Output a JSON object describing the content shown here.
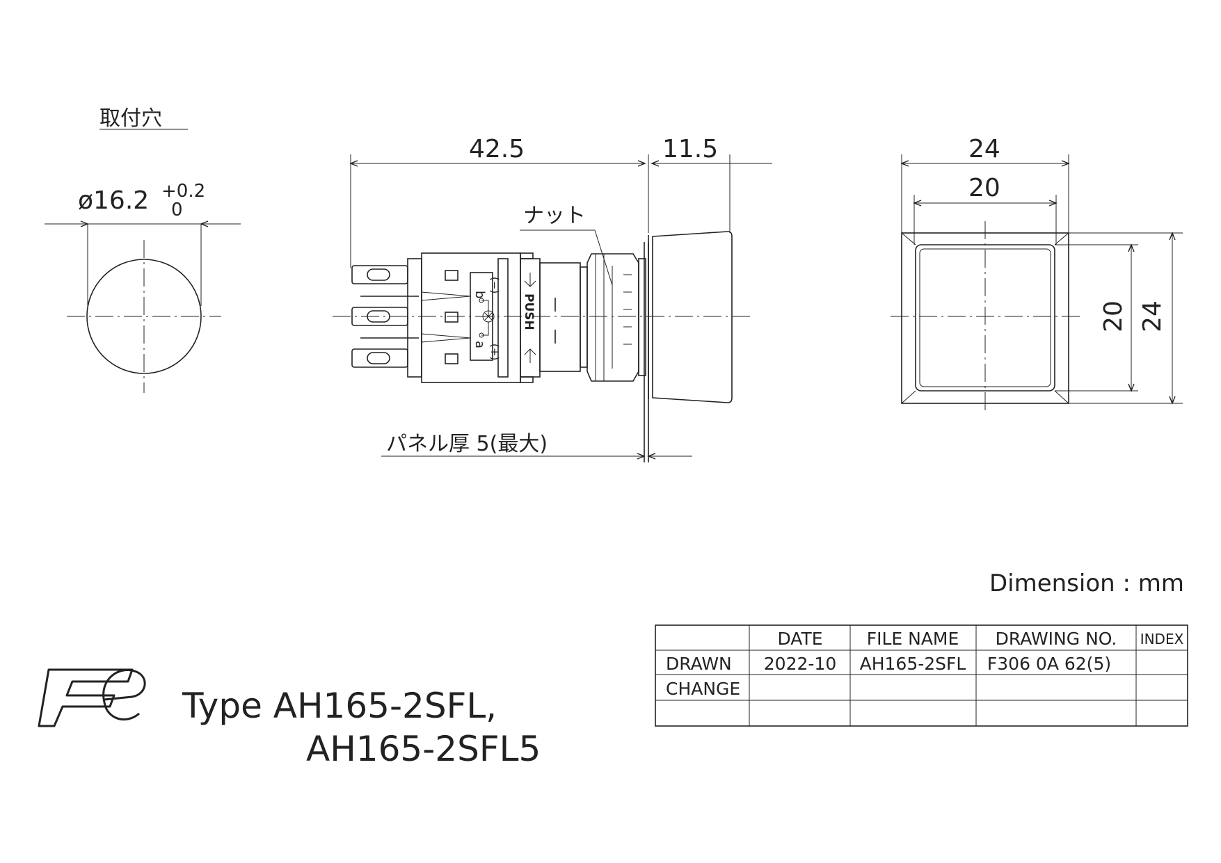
{
  "mounting_hole": {
    "title": "取付穴",
    "dia": "ø16.2",
    "tol_upper": "+0.2",
    "tol_lower": "0"
  },
  "side_view": {
    "dim_body": "42.5",
    "dim_cap": "11.5",
    "nut_label": "ナット",
    "panel_label": "パネル厚 5(最大)",
    "push_label": "PUSH",
    "contact_b": "b",
    "contact_a": "a",
    "minus": "(−)",
    "plus": "(+)"
  },
  "front_view": {
    "dim_outer_w": "24",
    "dim_inner_w": "20",
    "dim_inner_h": "20",
    "dim_outer_h": "24"
  },
  "units": "Dimension : mm",
  "title_block": {
    "headers": [
      "DATE",
      "FILE NAME",
      "DRAWING NO.",
      "INDEX"
    ],
    "rows": [
      {
        "label": "DRAWN",
        "date": "2022-10",
        "file": "AH165-2SFL",
        "drawing_no": "F306 0A 62(5)",
        "index": ""
      },
      {
        "label": "CHANGE",
        "date": "",
        "file": "",
        "drawing_no": "",
        "index": ""
      },
      {
        "label": "",
        "date": "",
        "file": "",
        "drawing_no": "",
        "index": ""
      }
    ]
  },
  "brand": {
    "logo_text": "Fe"
  },
  "product": {
    "type_line1": "Type AH165-2SFL,",
    "type_line2": "AH165-2SFL5"
  }
}
